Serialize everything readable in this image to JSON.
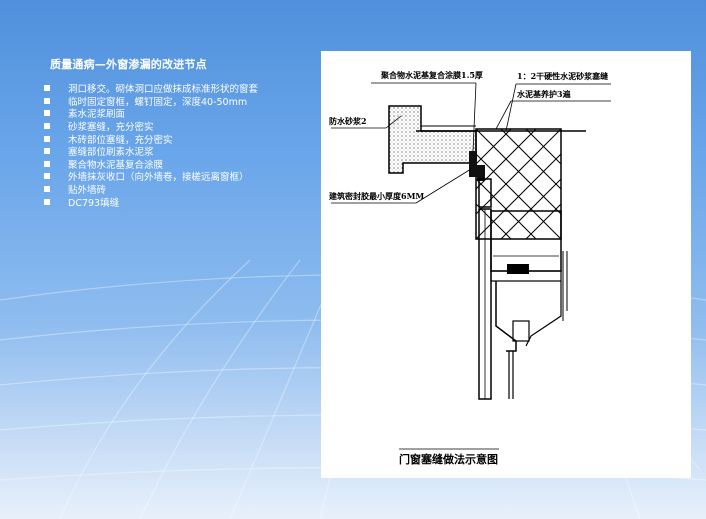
{
  "slide": {
    "title": "质量通病—外窗渗漏的改进节点",
    "bullets": [
      "洞口移交。砌体洞口应做抹成标准形状的窗套",
      "临时固定窗框，螺钉固定，深度40-50mm",
      "素水泥浆刷面",
      "砂浆塞缝，充分密实",
      "木砖部位塞缝，充分密实",
      "塞缝部位刷素水泥浆",
      "聚合物水泥基复合涂膜",
      "外墙抹灰收口（向外墙卷，接槎远离窗框）",
      "贴外墙砖",
      "DC793填缝"
    ]
  },
  "figure": {
    "labels": {
      "coating": "聚合物水泥基复合涂膜1.5厚",
      "dry_mortar": "1：2干硬性水泥砂浆塞缝",
      "curing": "水泥基养护3遍",
      "waterproof_mortar": "防水砂浆2",
      "sealant": "建筑密封胶最小厚度6MM"
    },
    "caption": "门窗塞缝做法示意图"
  },
  "colors": {
    "text": "#ffffff",
    "figure_bg": "#ffffff",
    "background_top": "#4f8fdc",
    "background_bottom": "#e8f1fb"
  }
}
